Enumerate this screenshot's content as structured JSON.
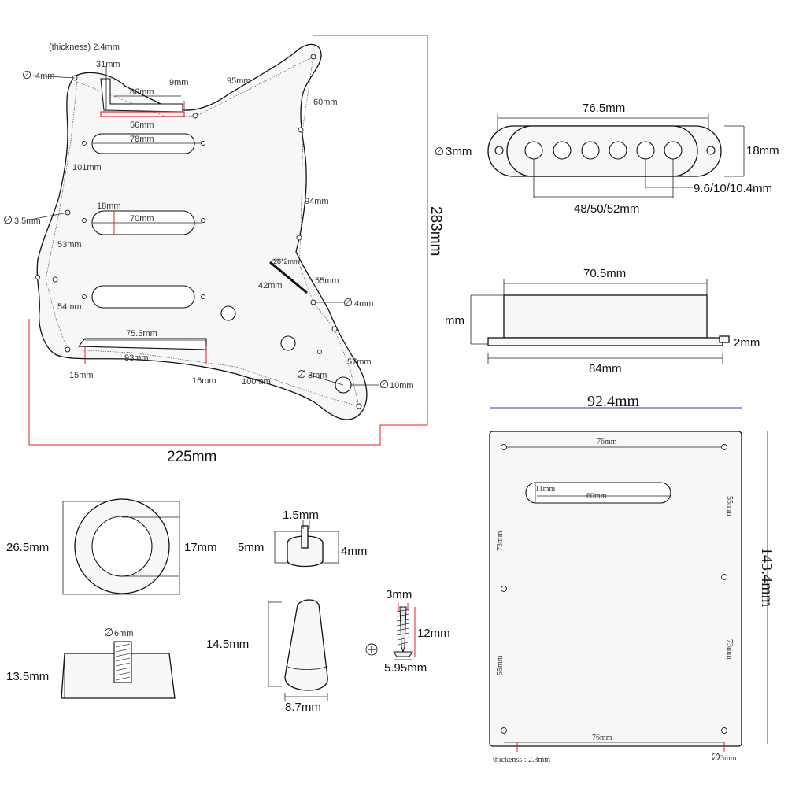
{
  "pickguard": {
    "thickness": "(thickness) 2.4mm",
    "screw_hole": "4mm",
    "width_31": "31mm",
    "width_86": "86mm",
    "width_9": "9mm",
    "width_95": "95mm",
    "height_60": "60mm",
    "width_56": "56mm",
    "pickup_78": "78mm",
    "width_101": "101mm",
    "pickup_18": "18mm",
    "pickup_70": "70mm",
    "hole_35": "3.5mm",
    "height_94": "94mm",
    "height_283": "283mm",
    "width_53": "53mm",
    "switch_28x2": "28*2mm",
    "width_42": "42mm",
    "width_55": "55mm",
    "hole_4": "4mm",
    "width_54": "54mm",
    "width_755": "75.5mm",
    "width_93": "93mm",
    "width_57": "57mm",
    "hole_3": "3mm",
    "hole_10": "10mm",
    "width_15": "15mm",
    "width_16": "16mm",
    "width_100": "100mm",
    "width_225": "225mm"
  },
  "pickup_cover": {
    "length": "76.5mm",
    "hole": "3mm",
    "height": "18mm",
    "pole_spacing": "9.6/10/10.4mm",
    "pole_span": "48/50/52mm"
  },
  "pickup_base": {
    "length": "70.5mm",
    "height": "mm",
    "thickness": "2mm",
    "base_length": "84mm"
  },
  "back_plate": {
    "width": "92.4mm",
    "height": "143.4mm",
    "inner_width_top": "76mm",
    "slot_height": "11mm",
    "slot_width": "60mm",
    "spacing_55_right": "55mm",
    "spacing_73_left": "73mm",
    "spacing_55_left": "55mm",
    "spacing_73_right": "73mm",
    "inner_width_bottom": "76mm",
    "thickness": "thickenss : 2.3mm",
    "hole": "3mm"
  },
  "knob": {
    "outer": "26.5mm",
    "inner": "17mm",
    "shaft": "6mm",
    "height": "13.5mm"
  },
  "tip": {
    "top": "1.5mm",
    "left": "5mm",
    "right": "4mm",
    "height": "14.5mm",
    "width": "8.7mm"
  },
  "screw": {
    "shank": "3mm",
    "length": "12mm",
    "head": "5.95mm"
  },
  "symbols": {
    "diameter": "∅"
  }
}
